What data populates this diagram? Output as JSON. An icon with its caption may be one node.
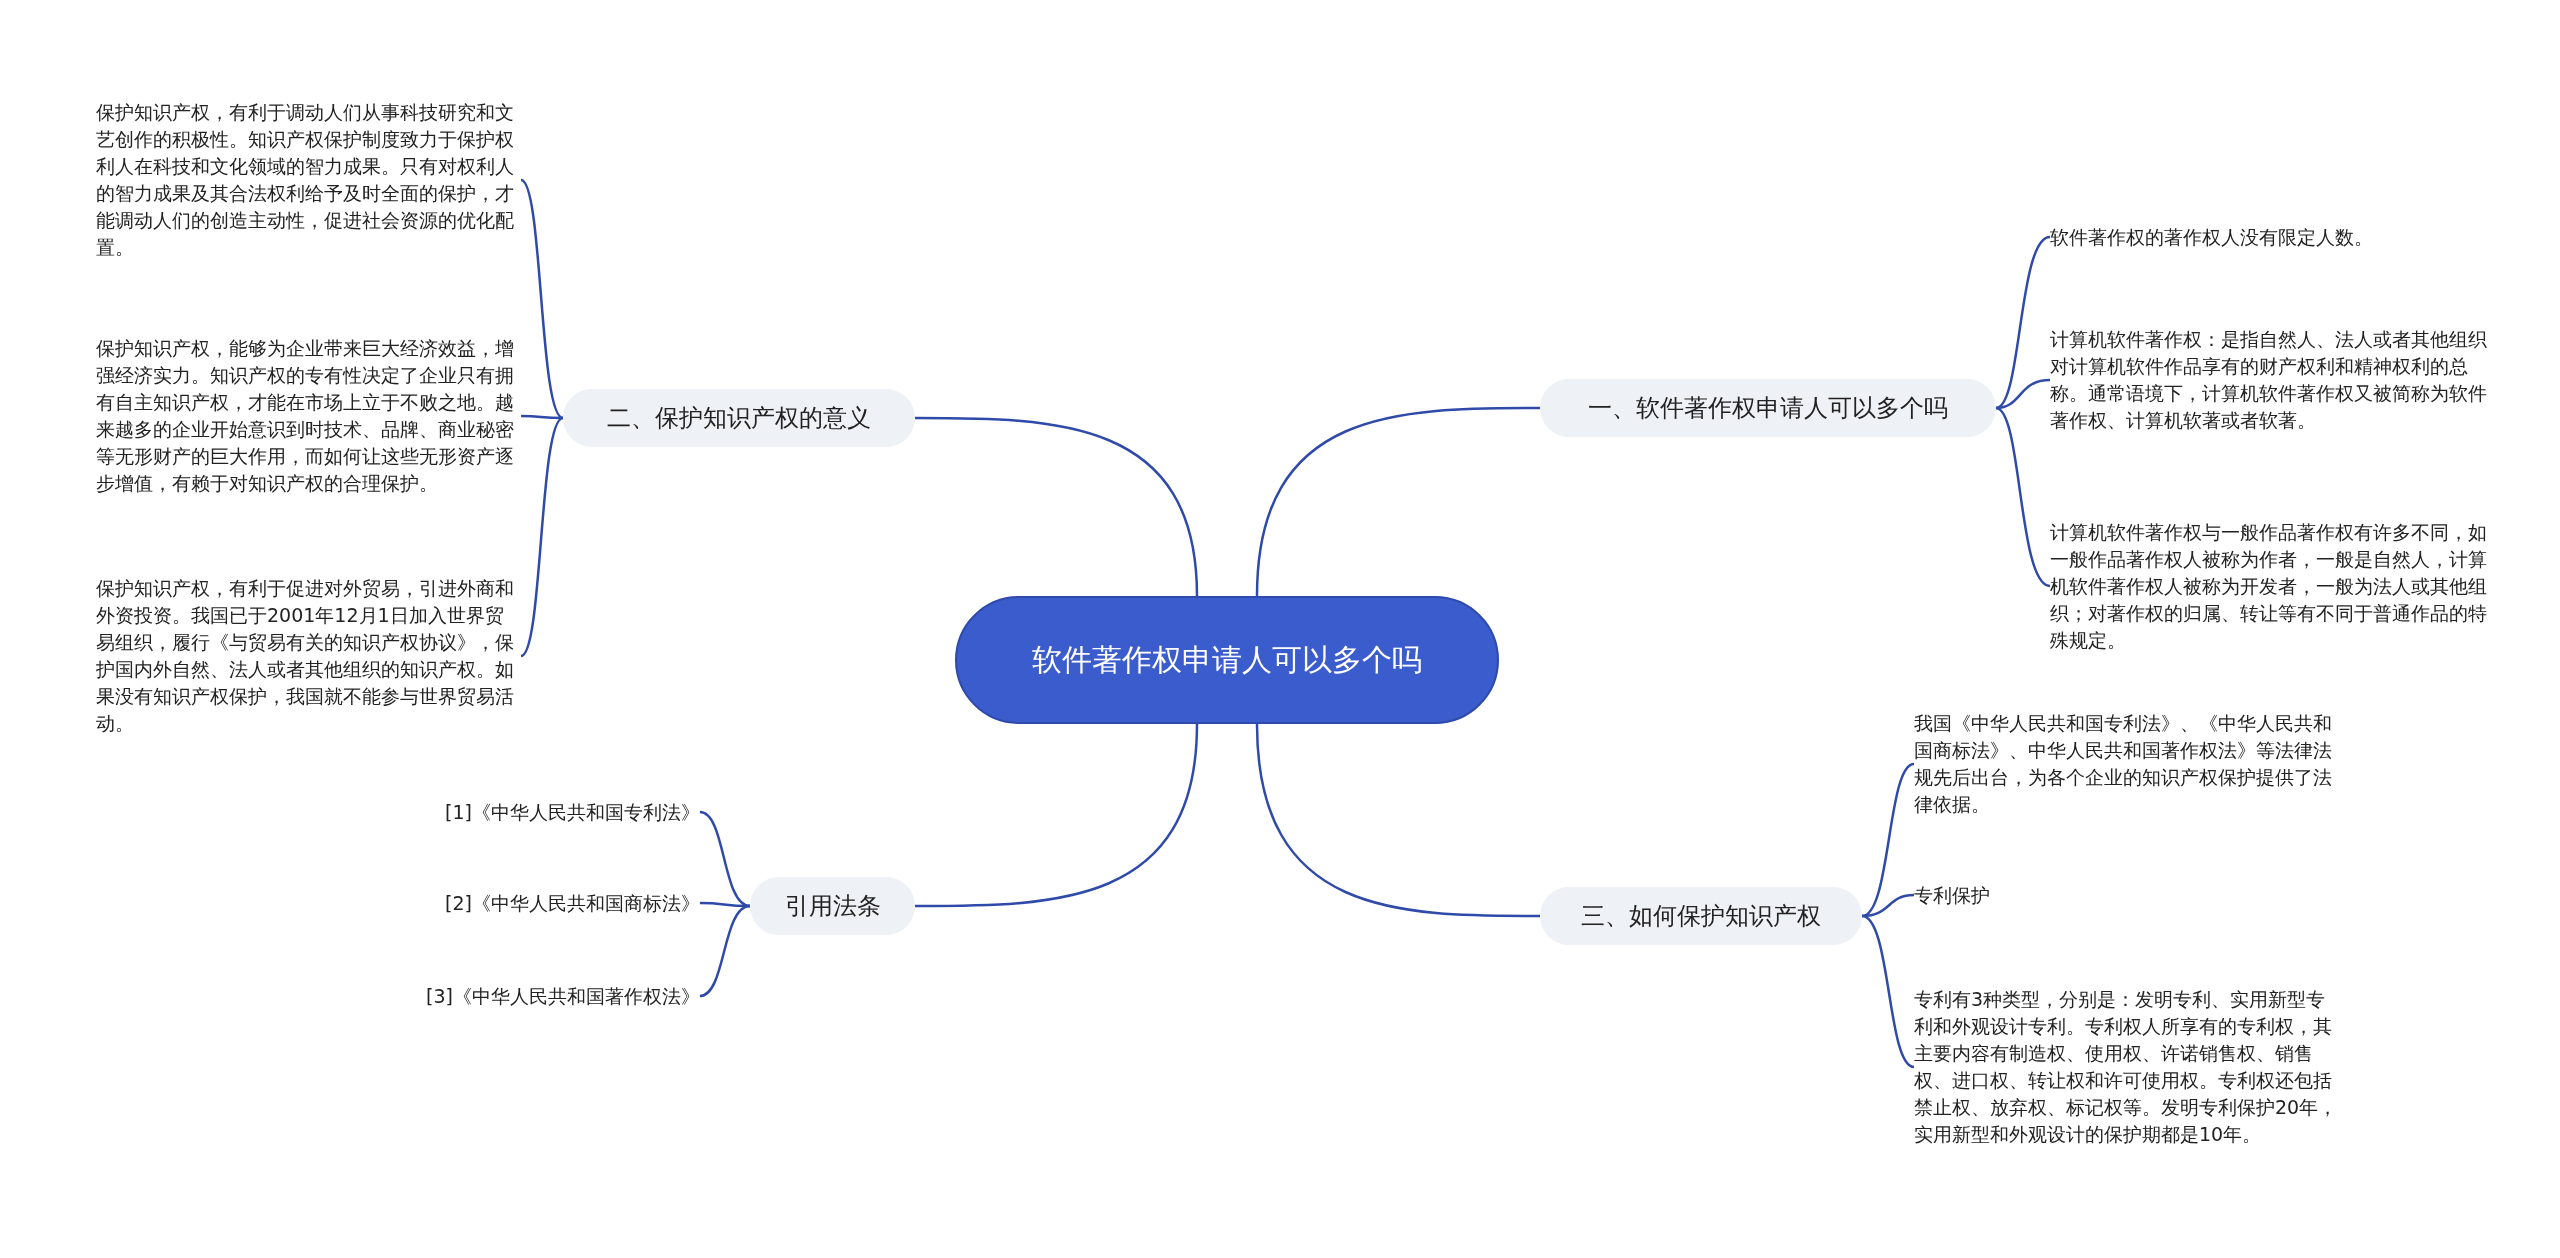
{
  "diagram": {
    "nodes": [
      {
        "text": [
          "软件著作权申请人可以多个吗"
        ]
      },
      {
        "text": [
          "一、软件著作权申请人可以多个吗"
        ]
      },
      {
        "text": [
          "软件著作权的著作权人没有限定人数。"
        ]
      },
      {
        "text": [
          "计算机软件著作权：是指自然人、法人或者其他组织对计算机软件作品享有的财产权利和精神权利的总称。通常语境下，计算机软件著作权又被简称为软件著作权、计算机软著或者软著。"
        ]
      },
      {
        "text": [
          "计算机软件著作权与一般作品著作权有许多不同，如一般作品著作权人被称为作者，一般是自然人，计算机软件著作权人被称为开发者，一般为法人或其他组织；对著作权的归属、转让等有不同于普通作品的特殊规定。"
        ]
      },
      {
        "text": [
          "二、保护知识产权的意义"
        ]
      },
      {
        "text": [
          "保护知识产权，有利于调动人们从事科技研究和文艺创作的积极性。知识产权保护制度致力于保护权利人在科技和文化领域的智力成果。只有对权利人的智力成果及其合法权利给予及时全面的保护，才能调动人们的创造主动性，促进社会资源的优化配置。"
        ]
      },
      {
        "text": [
          "保护知识产权，能够为企业带来巨大经济效益，增强经济实力。知识产权的专有性决定了企业只有拥有自主知识产权，才能在市场上立于不败之地。越来越多的企业开始意识到时技术、品牌、商业秘密等无形财产的巨大作用，而如何让这些无形资产逐步增值，有赖于对知识产权的合理保护。"
        ]
      },
      {
        "text": [
          "保护知识产权，有利于促进对外贸易，引进外商和外资投资。我国已于2001年12月1日加入世界贸易组织，履行《与贸易有关的知识产权协议》，保护国内外自然、法人或者其他组织的知识产权。如果没有知识产权保护，我国就不能参与世界贸易活动。"
        ]
      },
      {
        "text": [
          "三、如何保护知识产权"
        ]
      },
      {
        "text": [
          "我国《中华人民共和国专利法》、《中华人民共和国商标法》、中华人民共和国著作权法》等法律法规先后出台，为各个企业的知识产权保护提供了法律依据。"
        ]
      },
      {
        "text": [
          "专利保护"
        ]
      },
      {
        "text": [
          "专利有3种类型，分别是：发明专利、实用新型专利和外观设计专利。专利权人所享有的专利权，其主要内容有制造权、使用权、许诺销售权、销售权、进口权、转让权和许可使用权。专利权还包括禁止权、放弃权、标记权等。发明专利保护20年，实用新型和外观设计的保护期都是10年。"
        ]
      },
      {
        "text": [
          "引用法条"
        ]
      },
      {
        "text": [
          "[1]《中华人民共和国专利法》"
        ]
      },
      {
        "text": [
          "[2]《中华人民共和国商标法》"
        ]
      },
      {
        "text": [
          "[3]《中华人民共和国著作权法》"
        ]
      }
    ],
    "edges": [
      {
        "from": 0,
        "to": 1,
        "arrow": "none"
      },
      {
        "from": 1,
        "to": 2,
        "arrow": "none"
      },
      {
        "from": 1,
        "to": 3,
        "arrow": "none"
      },
      {
        "from": 1,
        "to": 4,
        "arrow": "none"
      },
      {
        "from": 0,
        "to": 5,
        "arrow": "none"
      },
      {
        "from": 5,
        "to": 6,
        "arrow": "none"
      },
      {
        "from": 5,
        "to": 7,
        "arrow": "none"
      },
      {
        "from": 5,
        "to": 8,
        "arrow": "none"
      },
      {
        "from": 0,
        "to": 9,
        "arrow": "none"
      },
      {
        "from": 9,
        "to": 10,
        "arrow": "none"
      },
      {
        "from": 9,
        "to": 11,
        "arrow": "none"
      },
      {
        "from": 9,
        "to": 12,
        "arrow": "none"
      },
      {
        "from": 0,
        "to": 13,
        "arrow": "none"
      },
      {
        "from": 13,
        "to": 14,
        "arrow": "none"
      },
      {
        "from": 13,
        "to": 15,
        "arrow": "none"
      },
      {
        "from": 13,
        "to": 16,
        "arrow": "none"
      }
    ]
  }
}
